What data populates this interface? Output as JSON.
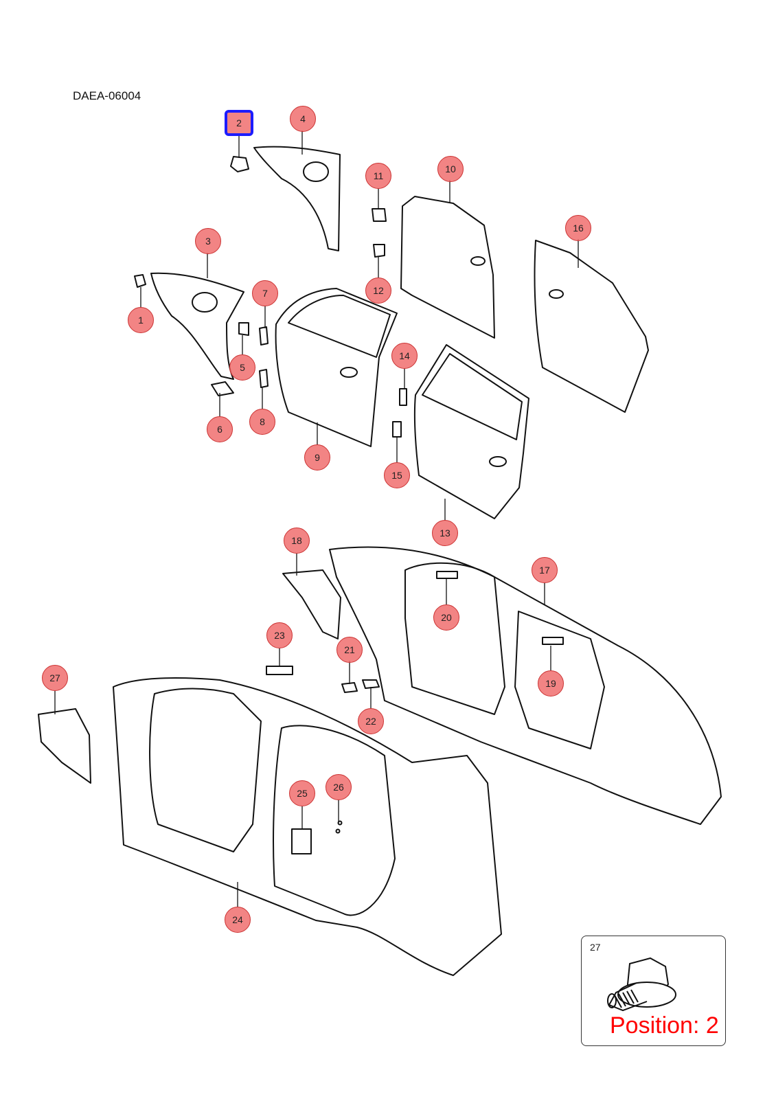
{
  "diagram_id": "DAEA-06004",
  "selected_callout": "2",
  "callouts": [
    {
      "num": "1"
    },
    {
      "num": "2"
    },
    {
      "num": "3"
    },
    {
      "num": "4"
    },
    {
      "num": "5"
    },
    {
      "num": "6"
    },
    {
      "num": "7"
    },
    {
      "num": "8"
    },
    {
      "num": "9"
    },
    {
      "num": "10"
    },
    {
      "num": "11"
    },
    {
      "num": "12"
    },
    {
      "num": "13"
    },
    {
      "num": "14"
    },
    {
      "num": "15"
    },
    {
      "num": "16"
    },
    {
      "num": "17"
    },
    {
      "num": "18"
    },
    {
      "num": "19"
    },
    {
      "num": "20"
    },
    {
      "num": "21"
    },
    {
      "num": "22"
    },
    {
      "num": "23"
    },
    {
      "num": "24"
    },
    {
      "num": "25"
    },
    {
      "num": "26"
    },
    {
      "num": "27"
    }
  ],
  "inset": {
    "number": "27",
    "part_icon": "flange-bolt-icon"
  },
  "position_label": "Position: 2",
  "colors": {
    "callout_fill": "#f06e6e",
    "selected_outline": "#1c1cff",
    "position_text": "#ff0000"
  }
}
